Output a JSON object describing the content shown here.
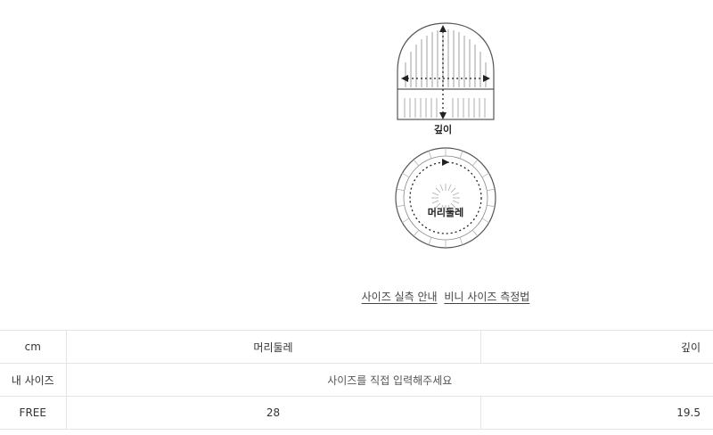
{
  "diagram": {
    "depth_label": "깊이",
    "circumference_label": "머리둘레"
  },
  "links": {
    "actual_size_guide": "사이즈 실측 안내",
    "beanie_measure_method": "비니 사이즈 측정법"
  },
  "size_table": {
    "header": {
      "unit": "cm",
      "head_circumference": "머리둘레",
      "depth": "깊이"
    },
    "my_size": {
      "label": "내 사이즈",
      "placeholder": "사이즈를 직접 입력해주세요"
    },
    "rows": [
      {
        "size": "FREE",
        "head_circumference": "28",
        "depth": "19.5"
      }
    ]
  },
  "colors": {
    "line": "#333333",
    "border": "#e4e4e4",
    "text": "#333333"
  }
}
